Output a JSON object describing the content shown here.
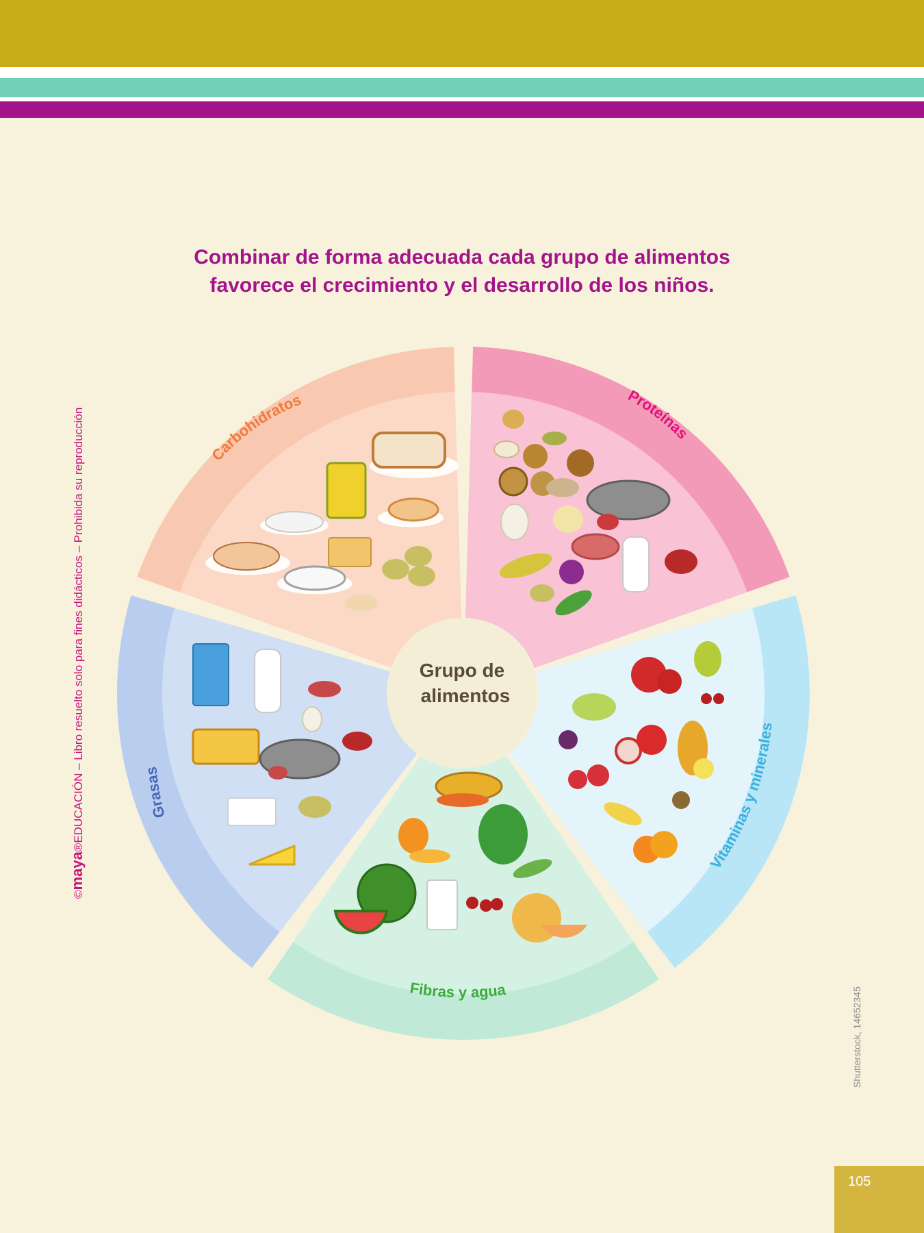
{
  "heading": {
    "line1": "Combinar de forma adecuada cada grupo de alimentos",
    "line2": "favorece el crecimiento y el desarrollo de los niños."
  },
  "side_credit": {
    "copyright": "©",
    "brand": "maya",
    "text": "®EDUCACIÓN – Libro resuelto solo para fines didácticos – Prohibida su reproducción"
  },
  "photo_credit": "Shutterstock, 14652345",
  "page_number": "105",
  "wheel": {
    "center_line1": "Grupo de",
    "center_line2": "alimentos",
    "segments": [
      {
        "label": "Carbohidratos",
        "outer_color": "#f8c8b0",
        "inner_color": "#fbd9c6",
        "label_color": "#f07a3c",
        "foods": [
          "bread-loaf",
          "oat-meal-box",
          "rice-plate",
          "pasta-plate",
          "rolls",
          "crackers",
          "potatoes",
          "cookie-bread"
        ]
      },
      {
        "label": "Proteínas",
        "outer_color": "#f39ab8",
        "inner_color": "#f9c3d5",
        "label_color": "#e0127a",
        "foods": [
          "nuts",
          "mushrooms",
          "fish",
          "egg",
          "meat",
          "beans",
          "corn",
          "milk-bottle",
          "peas",
          "onion"
        ]
      },
      {
        "label": "Vitaminas y minerales",
        "outer_color": "#b9e6f6",
        "inner_color": "#e4f4fb",
        "label_color": "#3bb0df",
        "foods": [
          "pomegranate",
          "pear",
          "grapes",
          "cherries",
          "apple",
          "pineapple",
          "strawberries",
          "banana",
          "orange",
          "kiwi",
          "plum"
        ]
      },
      {
        "label": "Fibras y agua",
        "outer_color": "#c0ead7",
        "inner_color": "#d4f1e4",
        "label_color": "#3aac39",
        "foods": [
          "papaya",
          "mango",
          "spinach",
          "watermelon",
          "water-glass",
          "cherries",
          "melon",
          "green-beans"
        ]
      },
      {
        "label": "Grasas",
        "outer_color": "#b9cdee",
        "inner_color": "#d0dff4",
        "label_color": "#4a66b8",
        "foods": [
          "milk-carton",
          "milk-bottle",
          "meat",
          "egg",
          "butter",
          "fish",
          "beans",
          "tofu",
          "potato",
          "cheese"
        ]
      }
    ],
    "gap_color": "#f5eed6",
    "center_color": "#f5eed6"
  }
}
